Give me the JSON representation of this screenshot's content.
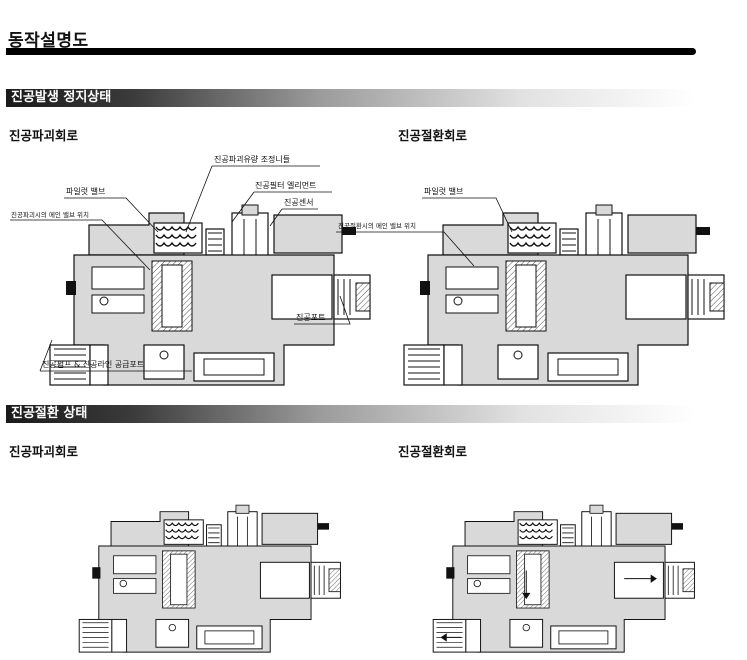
{
  "page": {
    "title": "동작설명도"
  },
  "sections": [
    {
      "title": "진공발생 정지상태",
      "diagrams": [
        {
          "subtitle": "진공파괴회로",
          "callouts": {
            "destruct_flow_needle": "진공파괴유량 조정니들",
            "pilot_valve": "파일럿 밸브",
            "main_valve_pos": "진공파괴시의 메인 밸브 위치",
            "vacuum_filter": "진공필터 엘리먼트",
            "vacuum_sensor": "진공센서",
            "vacuum_port": "진공포트",
            "supply_port": "진공펌프 & 진공라인 공급포트"
          }
        },
        {
          "subtitle": "진공절환회로",
          "callouts": {
            "pilot_valve": "파일럿 밸브",
            "main_valve_pos": "진공절환시의 메인 밸브 위치"
          }
        }
      ]
    },
    {
      "title": "진공절환 상태",
      "diagrams": [
        {
          "subtitle": "진공파괴회로"
        },
        {
          "subtitle": "진공절환회로"
        }
      ]
    }
  ]
}
